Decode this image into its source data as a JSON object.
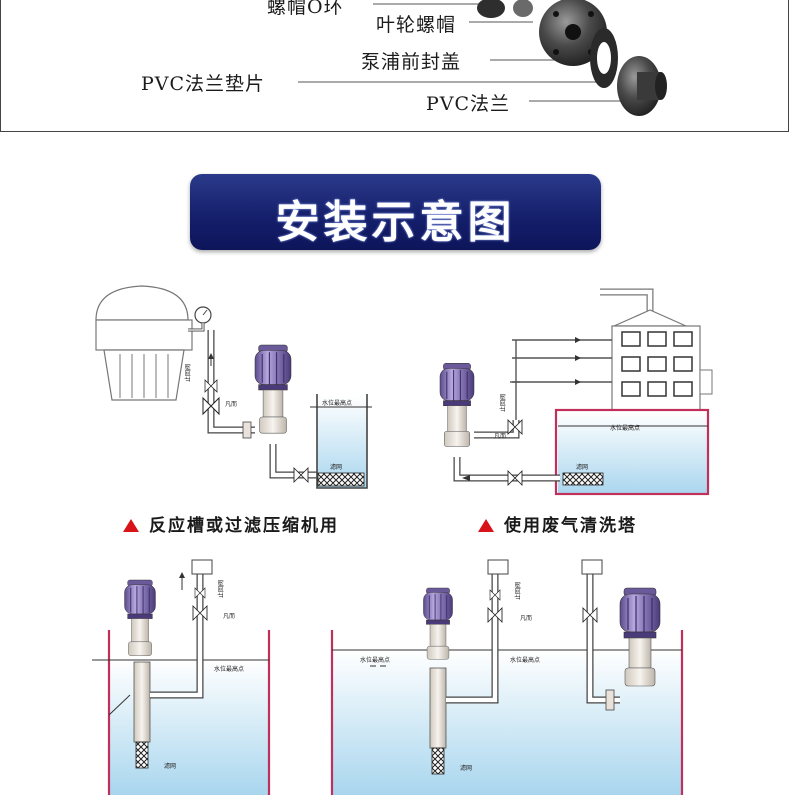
{
  "parts": {
    "nut_o_ring": "螺帽O环",
    "impeller_nut": "叶轮螺帽",
    "pump_front_cover": "泵浦前封盖",
    "pvc_flange_gasket": "PVC法兰垫片",
    "pvc_flange": "PVC法兰"
  },
  "banner": {
    "title": "安装示意图"
  },
  "diagrams": {
    "d1": {
      "caption": "反应槽或过滤压缩机用",
      "label_check_valve": "止回阀",
      "label_valve": "凡而",
      "label_water_level": "水位最高点",
      "label_filter": "滤网"
    },
    "d2": {
      "caption": "使用废气清洗塔",
      "label_check_valve": "止回阀",
      "label_valve": "凡而",
      "label_water_level": "水位最高点",
      "label_filter": "滤网"
    },
    "d3": {
      "label_check_valve": "止回阀",
      "label_valve": "凡而",
      "label_water_level": "水位最高点",
      "label_filter": "滤网"
    },
    "d4": {
      "label_check_valve": "止回阀",
      "label_valve": "凡而",
      "label_water_level": "水位最高点",
      "label_filter": "滤网"
    }
  },
  "colors": {
    "banner": "#141e6a",
    "pump_motor": "#8a79b8",
    "water_top": "#ffffff",
    "water_bottom": "#a9d6ee",
    "tank_wall": "#c0305a",
    "caption_marker": "#d8141a"
  }
}
